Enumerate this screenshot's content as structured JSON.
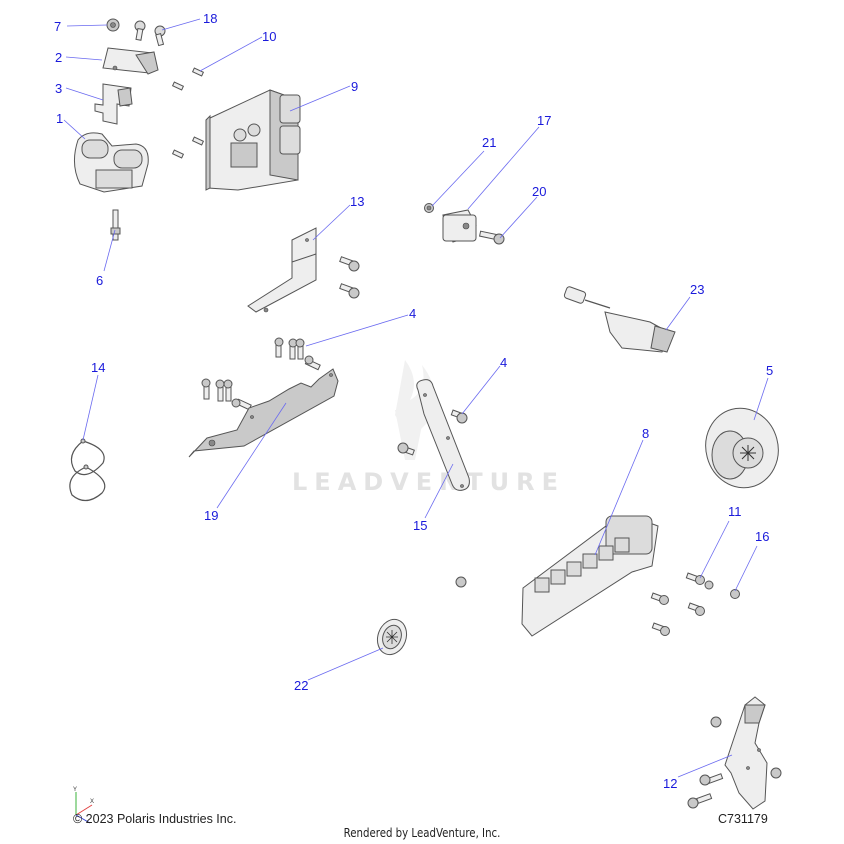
{
  "diagram": {
    "title": "Exploded parts diagram",
    "watermark": "LEADVENTURE",
    "drawing_number": "C731179",
    "copyright": "© 2023 Polaris Industries Inc.",
    "rendered_by": "Rendered by LeadVenture, Inc.",
    "axis_labels": {
      "x": "X",
      "y": "Y"
    },
    "callouts": [
      {
        "id": "c7",
        "label": "7"
      },
      {
        "id": "c18",
        "label": "18"
      },
      {
        "id": "c2",
        "label": "2"
      },
      {
        "id": "c10",
        "label": "10"
      },
      {
        "id": "c3",
        "label": "3"
      },
      {
        "id": "c9",
        "label": "9"
      },
      {
        "id": "c1",
        "label": "1"
      },
      {
        "id": "c21",
        "label": "21"
      },
      {
        "id": "c17",
        "label": "17"
      },
      {
        "id": "c20",
        "label": "20"
      },
      {
        "id": "c13",
        "label": "13"
      },
      {
        "id": "c6",
        "label": "6"
      },
      {
        "id": "c23",
        "label": "23"
      },
      {
        "id": "c4a",
        "label": "4"
      },
      {
        "id": "c14",
        "label": "14"
      },
      {
        "id": "c4b",
        "label": "4"
      },
      {
        "id": "c5",
        "label": "5"
      },
      {
        "id": "c8",
        "label": "8"
      },
      {
        "id": "c19",
        "label": "19"
      },
      {
        "id": "c15",
        "label": "15"
      },
      {
        "id": "c11",
        "label": "11"
      },
      {
        "id": "c16",
        "label": "16"
      },
      {
        "id": "c22",
        "label": "22"
      },
      {
        "id": "c12",
        "label": "12"
      }
    ]
  },
  "colors": {
    "callout_text": "#1a1adb",
    "leader_line": "#6a6af0",
    "part_fill": "#eeeeee",
    "part_stroke": "#555555",
    "watermark": "#e2e2e2"
  }
}
